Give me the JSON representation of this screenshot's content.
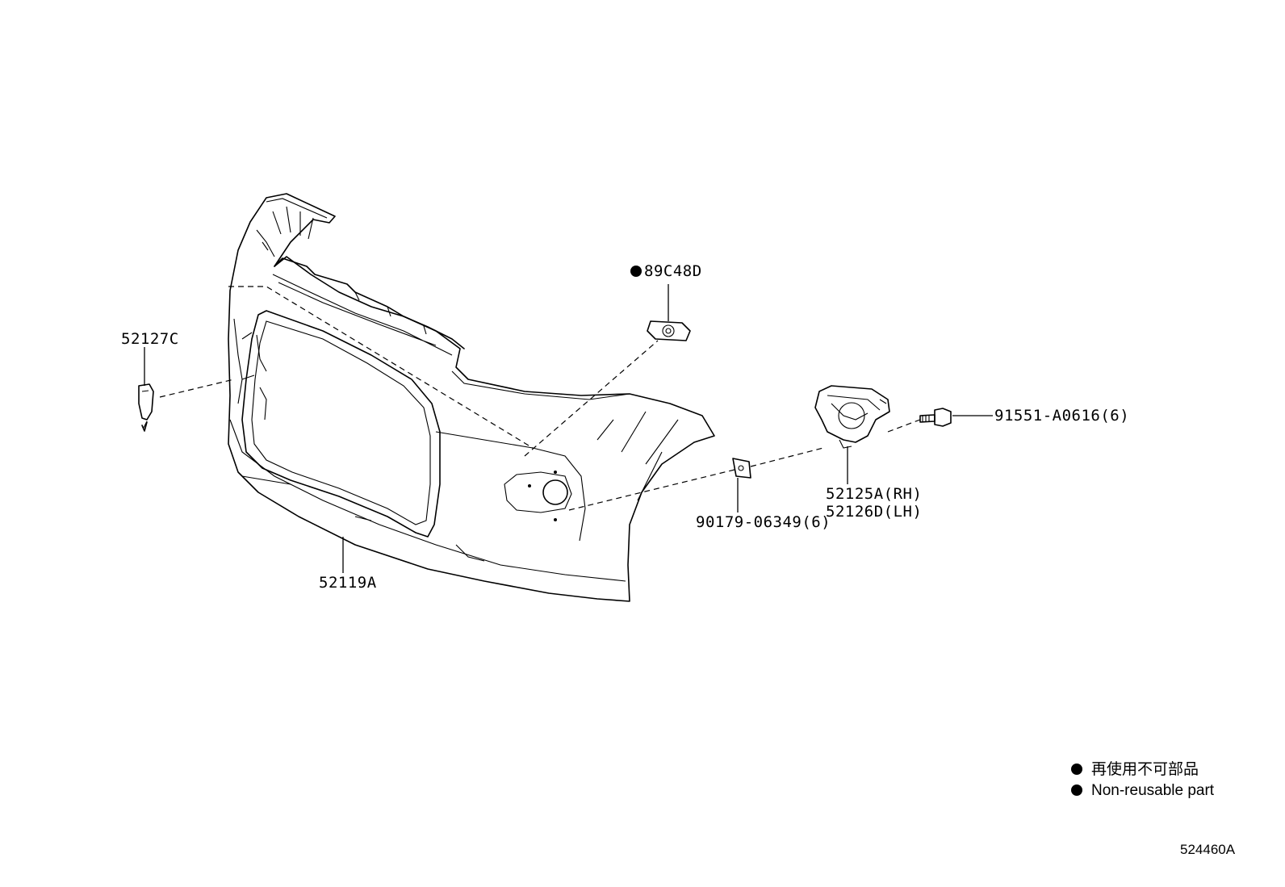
{
  "parts": {
    "bumper_cover": "52119A",
    "side_retainer": "52127C",
    "sensor_retainer": "89C48D",
    "fog_bracket_rh": "52125A(RH)",
    "fog_bracket_lh": "52126D(LH)",
    "clip": "90179-06349(6)",
    "screw": "91551-A0616(6)"
  },
  "legend": {
    "jp": "再使用不可部品",
    "en": "Non-reusable part"
  },
  "illustration_code": "524460A",
  "colors": {
    "ink": "#000000",
    "background": "#ffffff"
  }
}
